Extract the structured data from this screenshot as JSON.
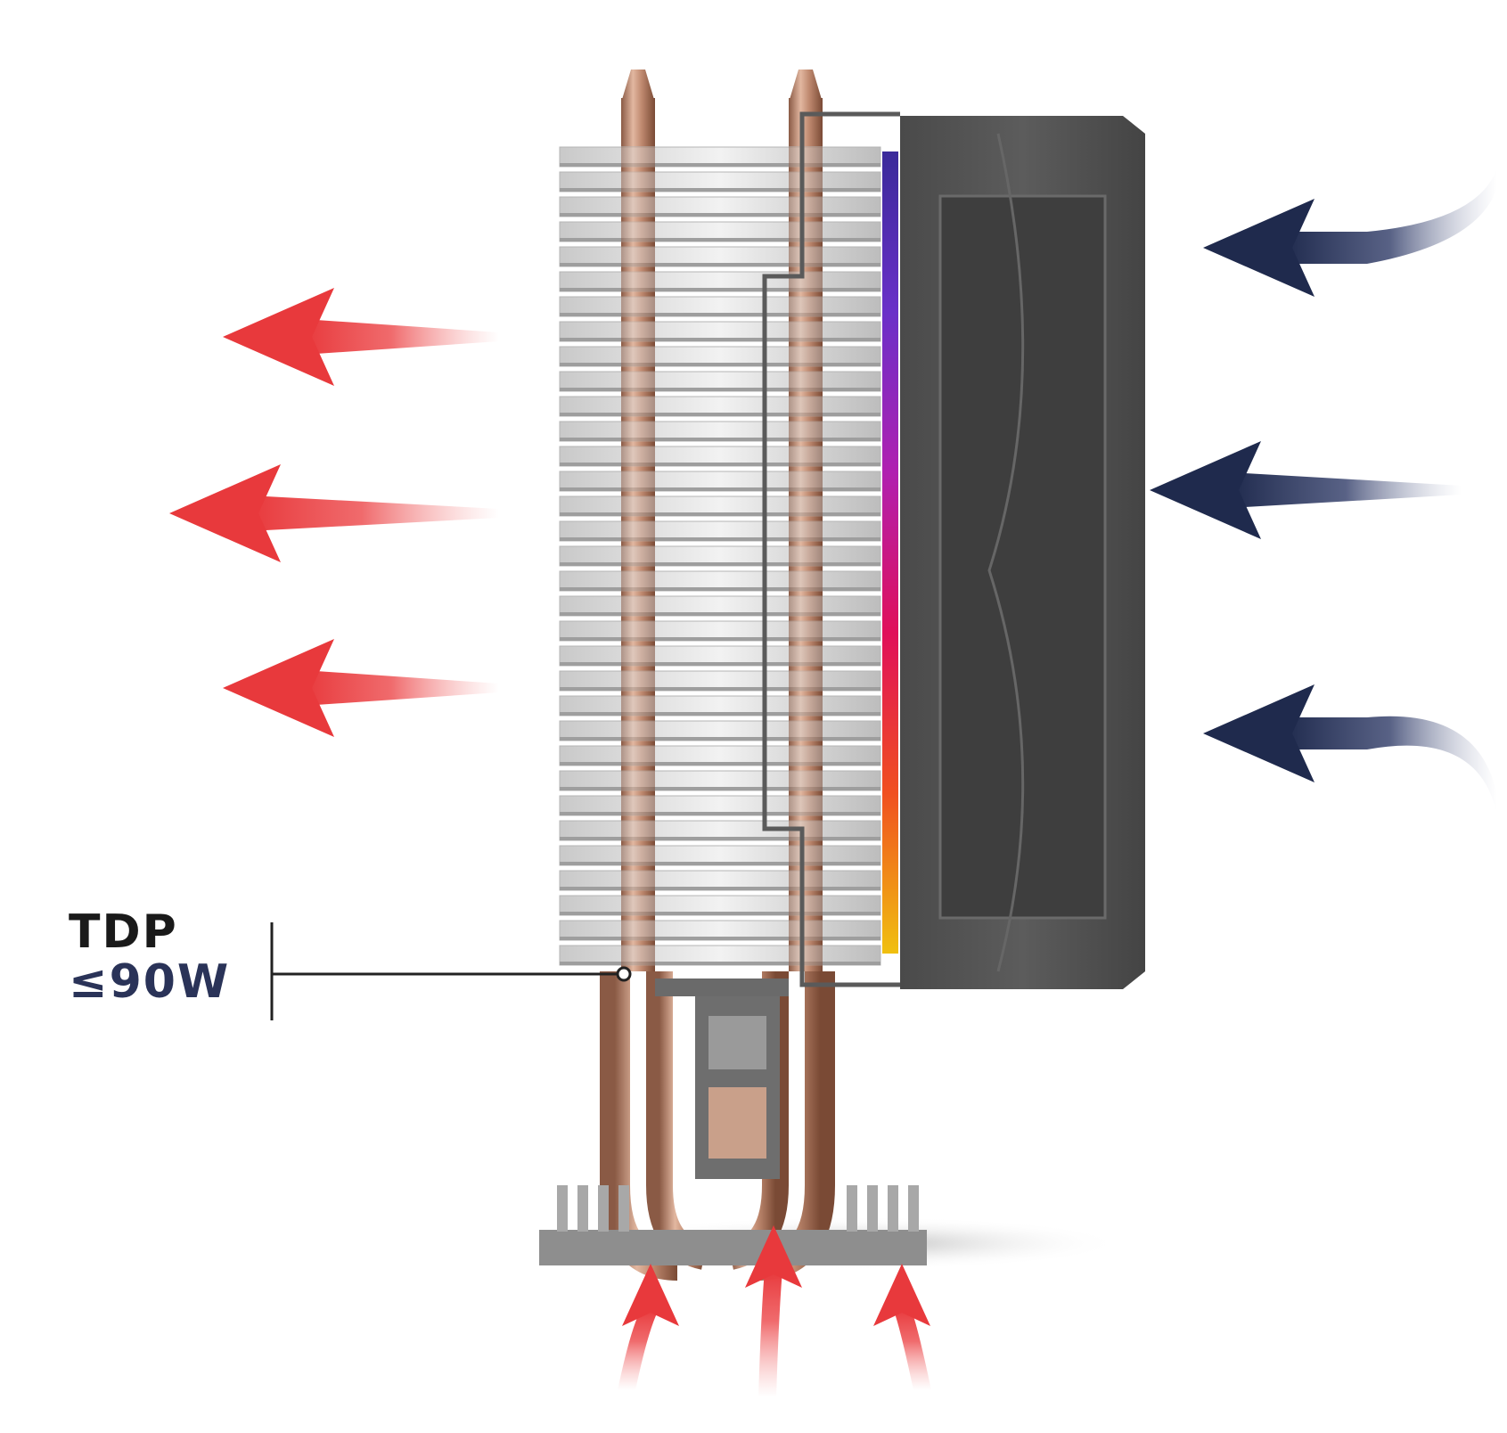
{
  "spec": {
    "label": "TDP",
    "value": "≤90W"
  },
  "colors": {
    "hot_air": "#e8393c",
    "cool_air": "#1f2a4d",
    "fan_frame": "#555555",
    "fins": "#dcdcdc",
    "copper": "#b97a5e",
    "rgb_strip": [
      "#3a2a9a",
      "#6a30c8",
      "#b020b0",
      "#e0105a",
      "#f03020",
      "#f08010",
      "#f0c010"
    ]
  },
  "icons": {
    "exhaust_arrows": "red-arrow-left",
    "intake_arrows": "blue-arrow-left",
    "base_arrows": "red-arrow-up"
  }
}
